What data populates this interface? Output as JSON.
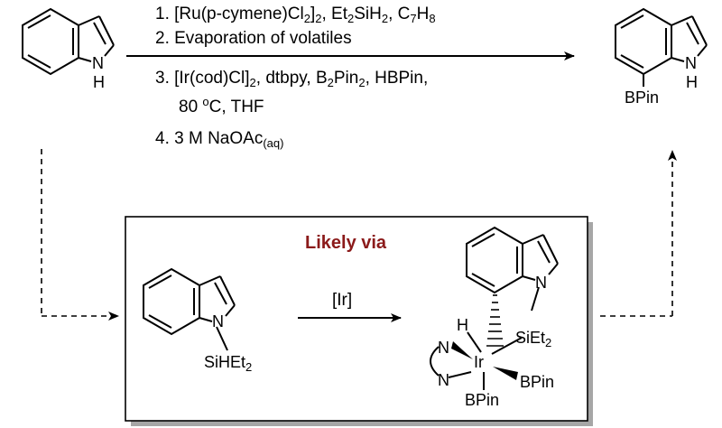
{
  "conditions": {
    "step1_prefix": "1. [Ru(p-cymene)Cl",
    "step1_sub1": "2",
    "step1_mid1": "]",
    "step1_sub2": "2",
    "step1_mid2": ", Et",
    "step1_sub3": "2",
    "step1_mid3": "SiH",
    "step1_sub4": "2",
    "step1_mid4": ", C",
    "step1_sub5": "7",
    "step1_mid5": "H",
    "step1_sub6": "8",
    "step2": "2. Evaporation of volatiles",
    "step3_prefix": "3. [Ir(cod)Cl]",
    "step3_sub1": "2",
    "step3_mid1": ", dtbpy, B",
    "step3_sub2": "2",
    "step3_mid2": "Pin",
    "step3_sub3": "2",
    "step3_mid3": ", HBPin,",
    "step3_line2_a": "80 ",
    "step3_line2_sup": "o",
    "step3_line2_b": "C, THF",
    "step4_prefix": "4. 3 M NaOAc",
    "step4_sub": "(aq)"
  },
  "start_material": {
    "nh_label": "N",
    "h_label": "H"
  },
  "product": {
    "nh_label": "N",
    "h_label": "H",
    "bpin_label": "BPin"
  },
  "mechanism_box": {
    "title": "Likely via",
    "title_color": "#8b1a1a",
    "box_shadow_color": "#a6a6a6",
    "silyl_indole": {
      "n_label": "N",
      "si_label": "SiHEt",
      "si_sub": "2"
    },
    "arrow_label": "[Ir]",
    "complex": {
      "h_label": "H",
      "n_label": "N",
      "sieet_label": "SiEt",
      "sieet_sub": "2",
      "ir_label": "Ir",
      "ligand_n1": "N",
      "ligand_n2": "N",
      "bpin_right": "BPin",
      "bpin_bottom": "BPin"
    }
  }
}
